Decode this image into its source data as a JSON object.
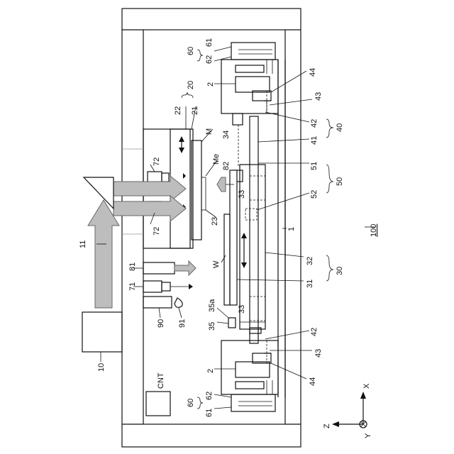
{
  "labels": {
    "l100": "100",
    "l1": "1",
    "l2_top": "2",
    "l2_bottom": "2",
    "l10": "10",
    "l11": "11",
    "l20": "20",
    "l21": "21",
    "l22": "22",
    "l23": "23",
    "l30": "30",
    "l31": "31",
    "l32": "32",
    "l33_upper": "33",
    "l33_lower": "33",
    "l34": "34",
    "l35": "35",
    "l35a": "35a",
    "l40": "40",
    "l41": "41",
    "l42_upper": "42",
    "l42_lower": "42",
    "l43_upper": "43",
    "l43_lower": "43",
    "l44_upper": "44",
    "l44_lower": "44",
    "l50": "50",
    "l51": "51",
    "l52": "52",
    "l60_top": "60",
    "l61_top": "61",
    "l62_top": "62",
    "l60_bottom": "60",
    "l61_bottom": "61",
    "l62_bottom": "62",
    "l71": "71",
    "l72_upper": "72",
    "l72_lower": "72",
    "l81": "81",
    "l82": "82",
    "l90": "90",
    "l91": "91",
    "lM": "M",
    "lMe": "Me",
    "lW": "W",
    "lCNT": "CNT"
  },
  "axes": {
    "x": "X",
    "y": "Y",
    "z": "Z"
  },
  "colors": {
    "line": "#111111",
    "arrow_fill": "#bdbdbd",
    "arrow_stroke": "#666666"
  }
}
